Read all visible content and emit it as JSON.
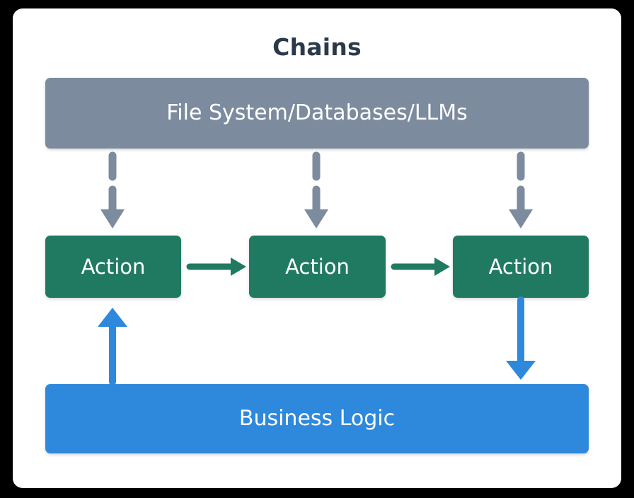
{
  "diagram": {
    "title": "Chains",
    "title_color": "#2b3a4a",
    "card_background": "#ffffff",
    "page_background": "#000000",
    "nodes": {
      "resource_bar": {
        "label": "File System/Databases/LLMs",
        "color": "#7c8b9d",
        "text_color": "#ffffff"
      },
      "actions": [
        {
          "label": "Action",
          "color": "#207a62",
          "text_color": "#ffffff"
        },
        {
          "label": "Action",
          "color": "#207a62",
          "text_color": "#ffffff"
        },
        {
          "label": "Action",
          "color": "#207a62",
          "text_color": "#ffffff"
        }
      ],
      "business_bar": {
        "label": "Business Logic",
        "color": "#2e89dc",
        "text_color": "#ffffff"
      }
    },
    "connectors": {
      "resource_to_action": {
        "style": "dashed",
        "direction": "down",
        "color": "#7c8b9d",
        "count": 3
      },
      "action_to_action": {
        "style": "solid",
        "direction": "right",
        "color": "#207a62",
        "count": 2
      },
      "business_to_action": {
        "style": "solid",
        "direction": "up",
        "color": "#2e89dc",
        "count": 1
      },
      "action_to_business": {
        "style": "solid",
        "direction": "down",
        "color": "#2e89dc",
        "count": 1
      }
    }
  }
}
